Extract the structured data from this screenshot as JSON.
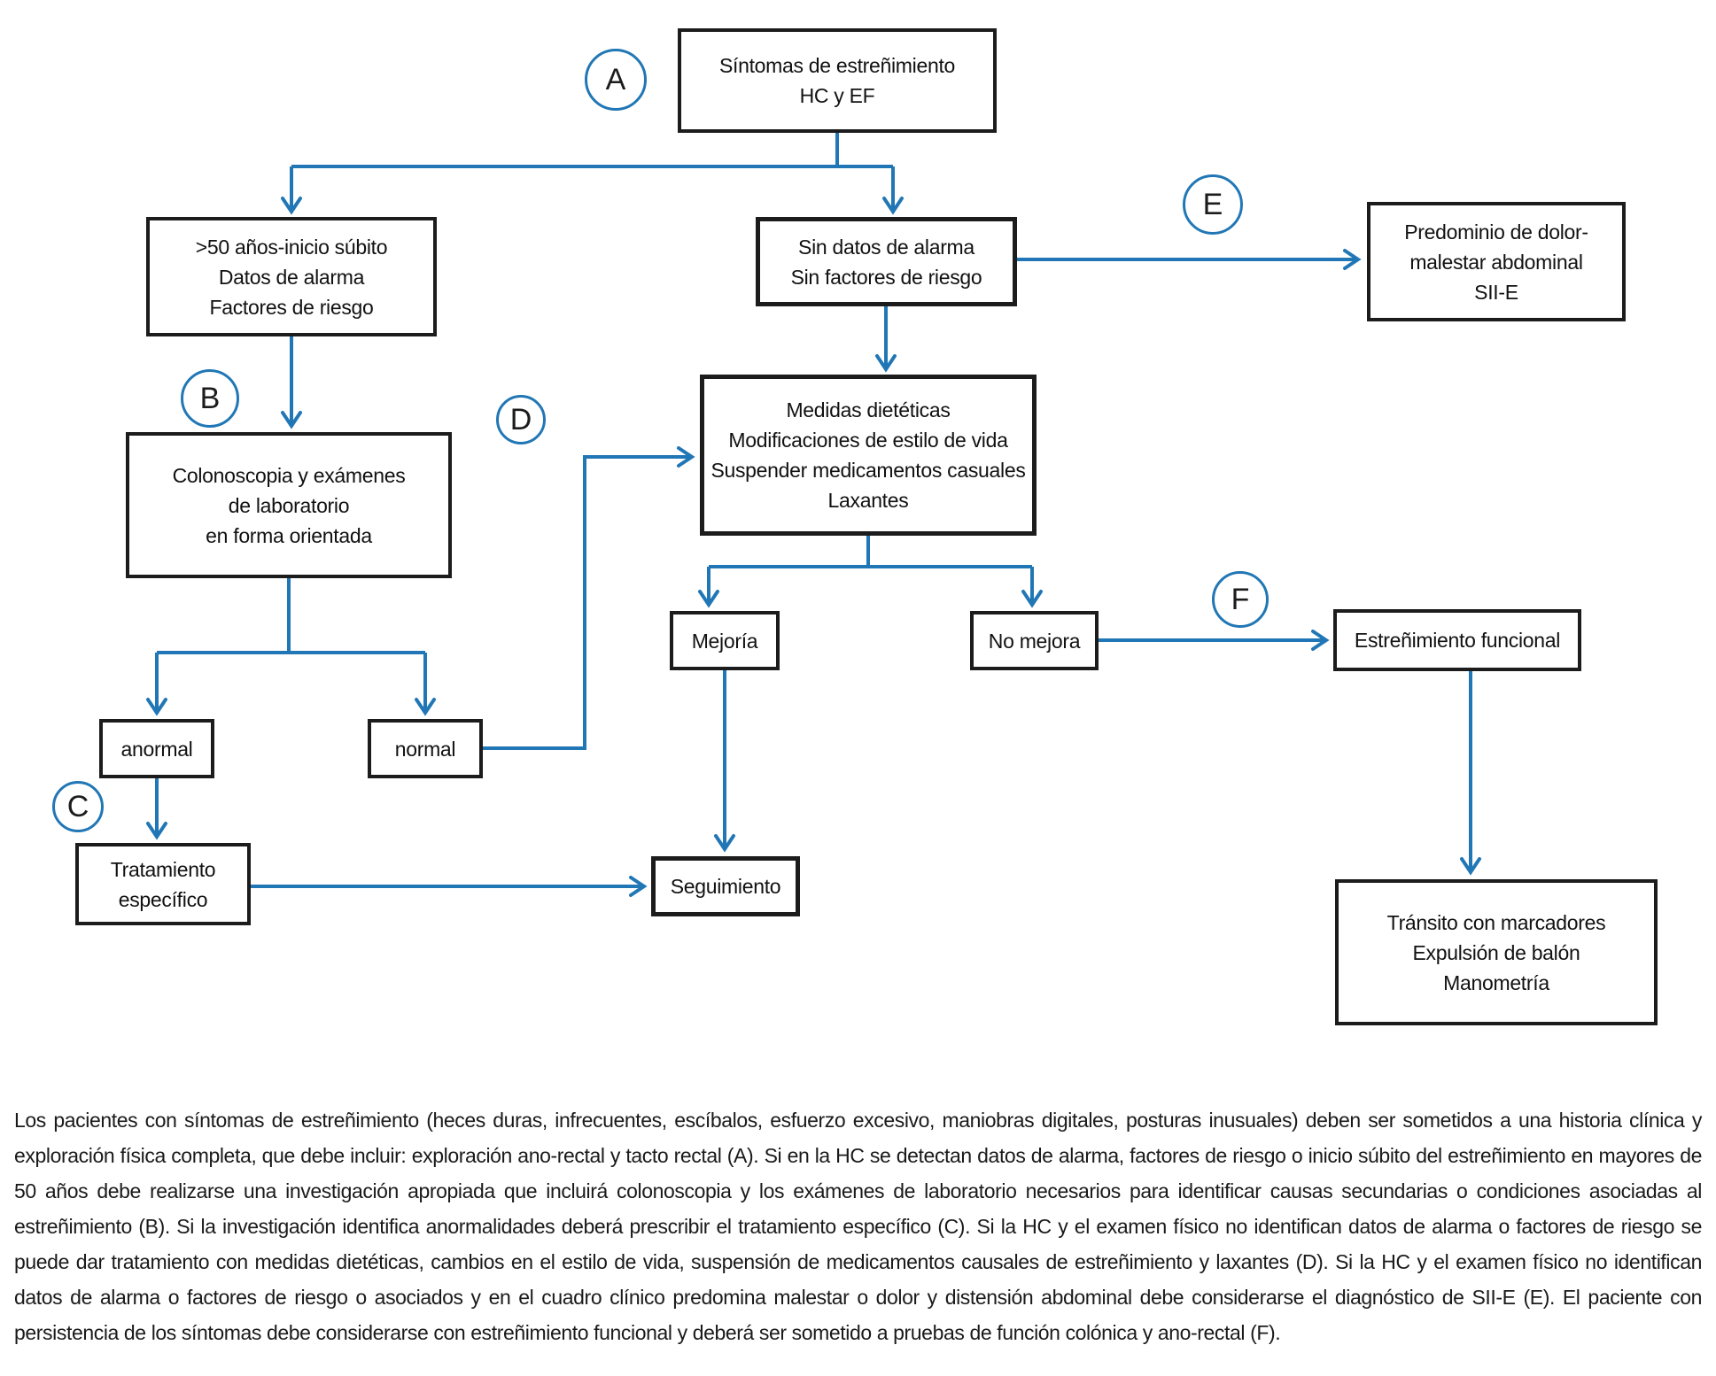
{
  "colors": {
    "accent_blue": "#2177b5",
    "box_border_black": "#1c1c1c",
    "background": "#ffffff"
  },
  "markers": {
    "a": "A",
    "b": "B",
    "c": "C",
    "d": "D",
    "e": "E",
    "f": "F"
  },
  "nodes": {
    "sintomas": "Síntomas de estreñimiento\nHC y EF",
    "alarma50": ">50 años-inicio súbito\nDatos de alarma\nFactores de riesgo",
    "sindatos": "Sin datos de alarma\nSin factores de riesgo",
    "predominio": "Predominio de dolor-\nmalestar abdominal\nSII-E",
    "colonoscopia": "Colonoscopia y exámenes\nde laboratorio\nen forma orientada",
    "medidas": "Medidas dietéticas\nModificaciones de estilo de vida\nSuspender medicamentos casuales\nLaxantes",
    "mejoria": "Mejoría",
    "nomejora": "No mejora",
    "funcional": "Estreñimiento funcional",
    "anormal": "anormal",
    "normal": "normal",
    "tratamiento": "Tratamiento\nespecífico",
    "seguimiento": "Seguimiento",
    "transito": "Tránsito con marcadores\nExpulsión de balón\nManometría"
  },
  "caption": "Los pacientes con síntomas de estreñimiento (heces duras, infrecuentes, escíbalos, esfuerzo excesivo, maniobras digitales, posturas inusuales) deben ser sometidos a una historia clínica y exploración física completa, que debe incluir: exploración ano-rectal y tacto rectal (A). Si en la HC se detectan datos de alarma, factores de riesgo o inicio súbito del estreñimiento en mayores de 50 años debe realizarse una investigación apropiada que incluirá colonoscopia y los exámenes de laboratorio necesarios para identificar causas secundarias o condiciones asociadas al estreñimiento (B). Si la investigación identifica anormalidades deberá prescribir el tratamiento específico (C). Si la HC y el examen físico no identifican datos de alarma o factores de riesgo se puede dar tratamiento con medidas dietéticas, cambios en el estilo de vida, suspensión de medicamentos causales de estreñimiento y laxantes (D). Si la HC y el examen físico no identifican datos de alarma o factores de riesgo o asociados y en el cuadro clínico predomina malestar o dolor y distensión abdominal debe considerarse el diagnóstico de SII-E (E). El paciente con persistencia de los síntomas debe considerarse con estreñimiento funcional y deberá ser sometido a pruebas de función colónica y ano-rectal (F)."
}
